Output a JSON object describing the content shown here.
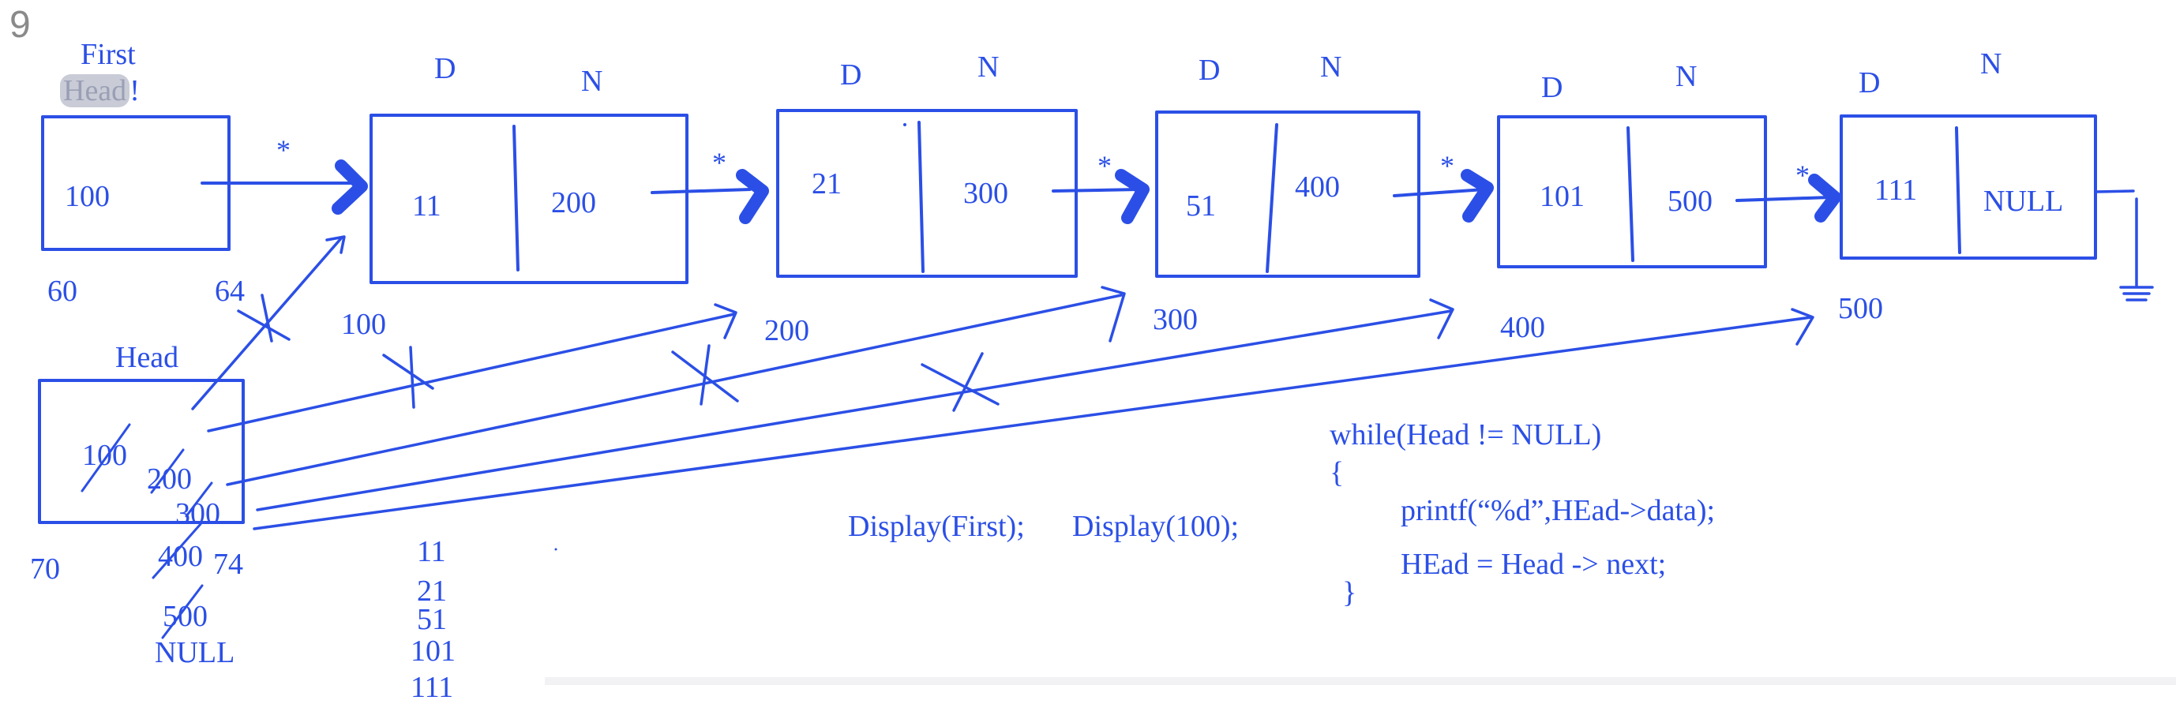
{
  "page_number": "9",
  "colors": {
    "ink": "#2b4fe6",
    "page_number": "#8a8a8a",
    "highlight": "#c9ccd6"
  },
  "first_pointer": {
    "label_top": "First",
    "label_highlighted": "Head",
    "label_suffix": "!",
    "value": "100",
    "addr_left": "60",
    "addr_right": "64"
  },
  "nodes": [
    {
      "d_label": "D",
      "n_label": "N",
      "data": "11",
      "next": "200",
      "address": "100"
    },
    {
      "d_label": "D",
      "n_label": "N",
      "data": "21",
      "next": "300",
      "address": "200"
    },
    {
      "d_label": "D",
      "n_label": "N",
      "data": "51",
      "next": "400",
      "address": "300"
    },
    {
      "d_label": "D",
      "n_label": "N",
      "data": "101",
      "next": "500",
      "address": "400"
    },
    {
      "d_label": "D",
      "n_label": "N",
      "data": "111",
      "next": "NULL",
      "address": "500"
    }
  ],
  "link_marker": "*",
  "head_pointer": {
    "label": "Head",
    "values": [
      "100",
      "200",
      "300",
      "400",
      "500",
      "NULL"
    ],
    "addr_left": "70",
    "addr_right": "74"
  },
  "output_values": [
    "11",
    "21",
    "51",
    "101",
    "111"
  ],
  "calls": [
    "Display(First);",
    "Display(100);"
  ],
  "code_lines": [
    "while(Head != NULL)",
    "{",
    "printf(“%d”,HEad->data);",
    "HEad = Head -> next;",
    "}"
  ]
}
